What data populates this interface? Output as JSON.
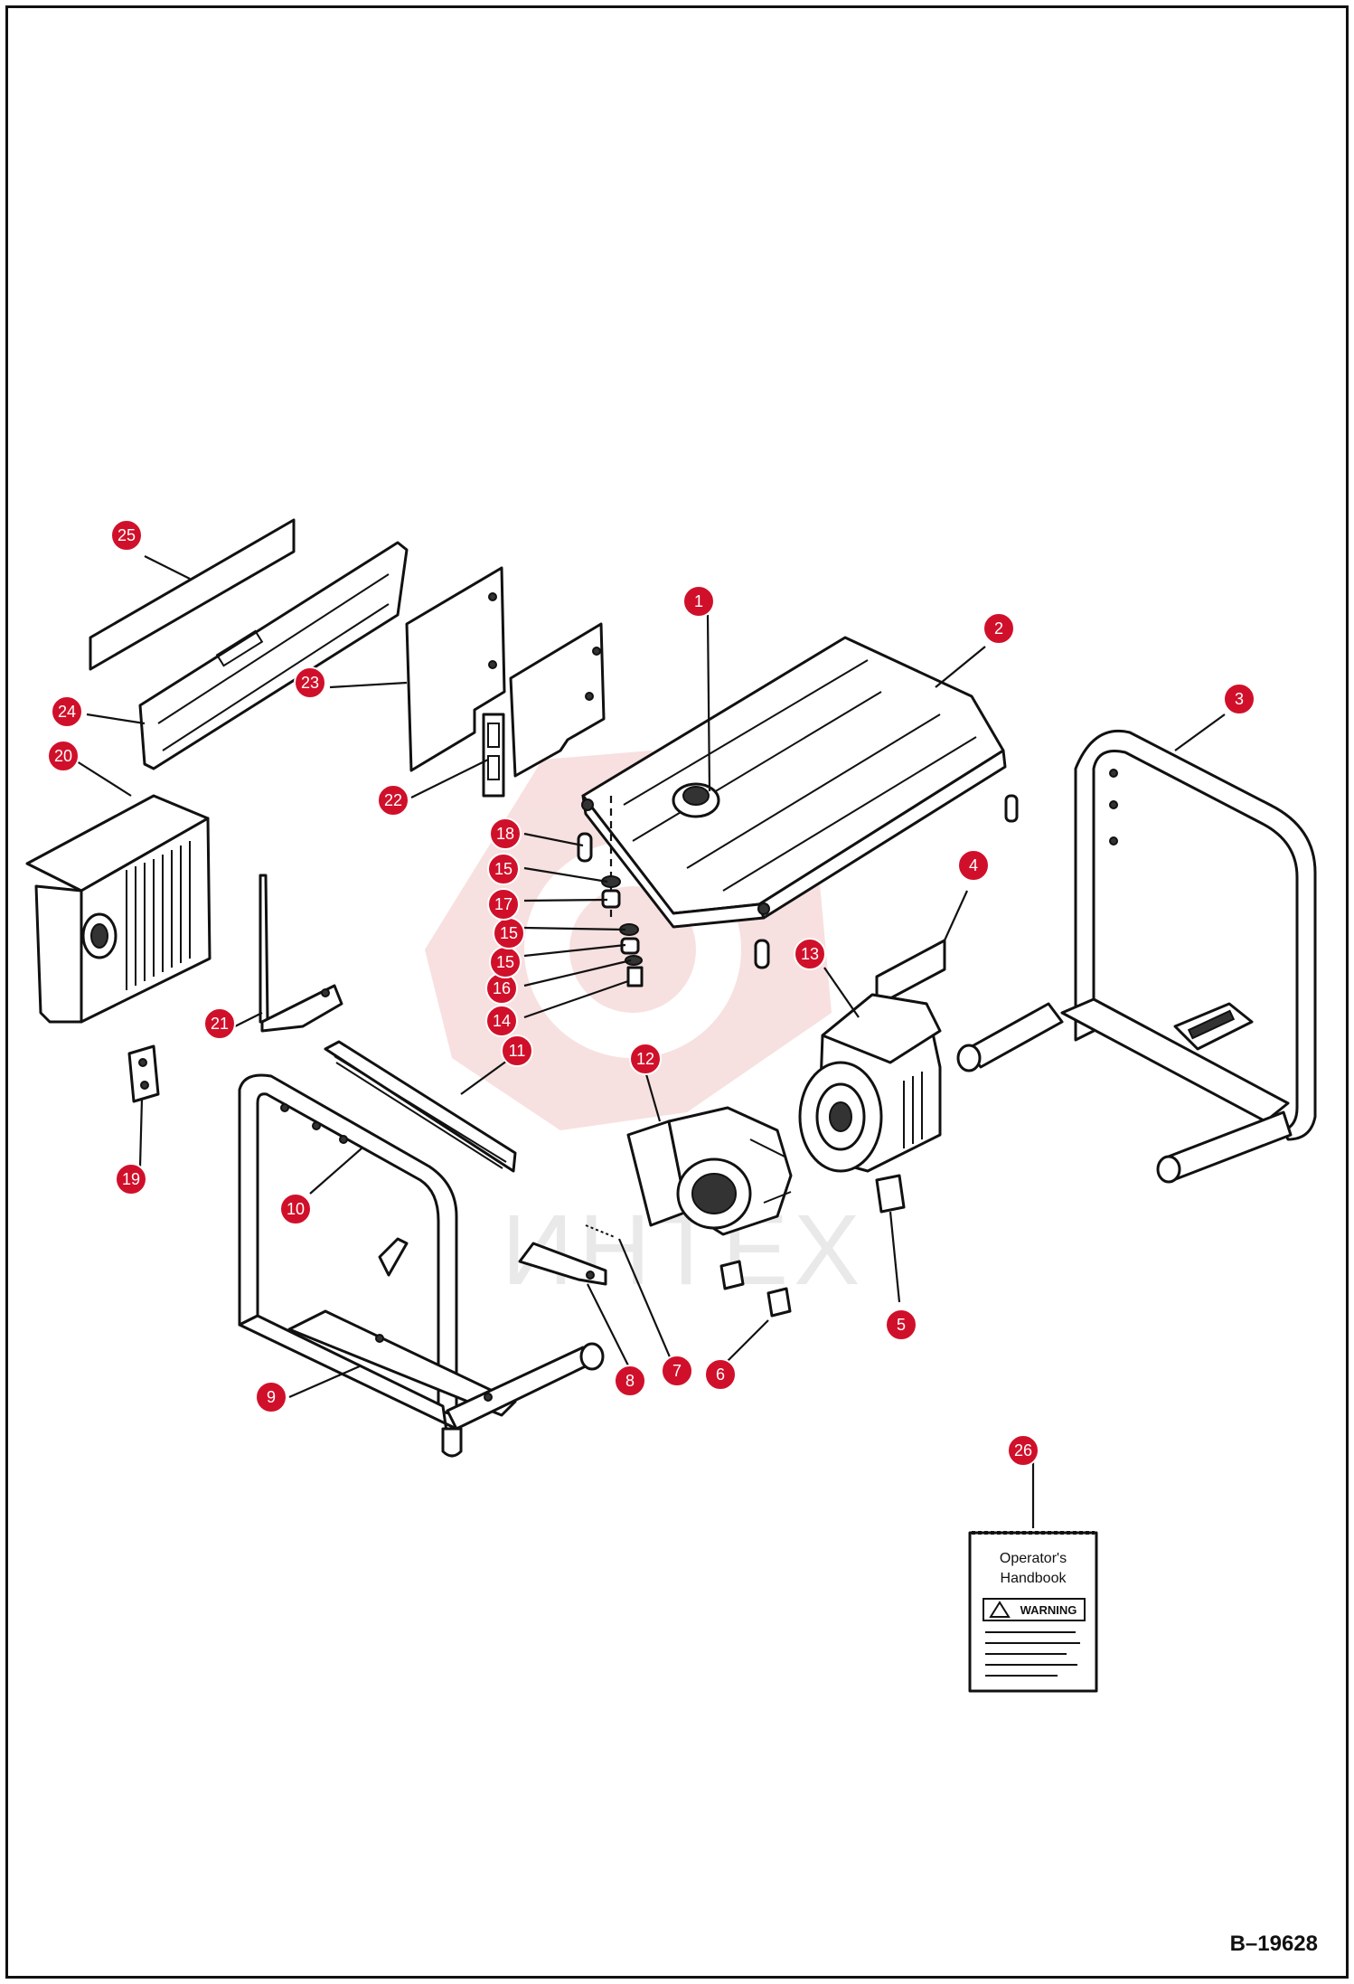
{
  "drawing_number": "B–19628",
  "watermark": "ИНТЕХ",
  "handbook": {
    "title_line1": "Operator's",
    "title_line2": "Handbook",
    "warning": "WARNING"
  },
  "callouts": [
    {
      "num": "1",
      "part": "fuel-cap"
    },
    {
      "num": "2",
      "part": "fuel-tank"
    },
    {
      "num": "3",
      "part": "frame-right"
    },
    {
      "num": "4",
      "part": "decal"
    },
    {
      "num": "5",
      "part": "mount-alternator"
    },
    {
      "num": "6",
      "part": "mount-engine"
    },
    {
      "num": "7",
      "part": "spring"
    },
    {
      "num": "8",
      "part": "bracket"
    },
    {
      "num": "9",
      "part": "frame-base"
    },
    {
      "num": "10",
      "part": "frame-left"
    },
    {
      "num": "11",
      "part": "crossbar"
    },
    {
      "num": "12",
      "part": "engine"
    },
    {
      "num": "13",
      "part": "alternator"
    },
    {
      "num": "14",
      "part": "bolt"
    },
    {
      "num": "15",
      "part": "washer"
    },
    {
      "num": "16",
      "part": "nut"
    },
    {
      "num": "15",
      "part": "washer"
    },
    {
      "num": "15",
      "part": "washer"
    },
    {
      "num": "17",
      "part": "grommet"
    },
    {
      "num": "18",
      "part": "spacer"
    },
    {
      "num": "19",
      "part": "clip"
    },
    {
      "num": "20",
      "part": "control-panel"
    },
    {
      "num": "21",
      "part": "panel-bracket"
    },
    {
      "num": "22",
      "part": "panel-plate"
    },
    {
      "num": "23",
      "part": "cover"
    },
    {
      "num": "24",
      "part": "cover-rail"
    },
    {
      "num": "25",
      "part": "cover-strip"
    },
    {
      "num": "26",
      "part": "operators-handbook"
    }
  ]
}
